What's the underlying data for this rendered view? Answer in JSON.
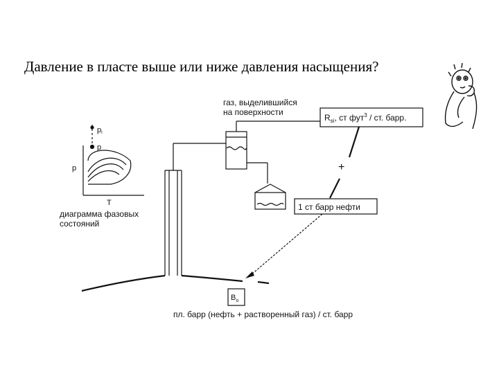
{
  "slide": {
    "question": "Давление в пласте выше или ниже давления насыщения?"
  },
  "diagram": {
    "gas_label_line1": "газ, выделившийся",
    "gas_label_line2": "на поверхности",
    "rs_box_main": "R",
    "rs_box_sub": "si",
    "rs_box_rest": ", ст фут",
    "rs_box_sup": "3",
    "rs_box_tail": " / ст. барр.",
    "plus_sign": "+",
    "oil_box": "1 ст барр нефти",
    "bo_box_main": "B",
    "bo_box_sub": "o",
    "bottom_caption": "пл. барр  (нефть + растворенный газ) / ст. барр",
    "phase_pi_main": "p",
    "phase_pi_sub": "i",
    "phase_p": "p",
    "phase_axis_y": "p",
    "phase_axis_x": "T",
    "phase_caption_line1": "диаграмма фазовых",
    "phase_caption_line2": "состояний"
  },
  "colors": {
    "ink": "#111111",
    "background": "#ffffff"
  },
  "icons": {
    "thinking_person": "thinking-person-icon"
  }
}
